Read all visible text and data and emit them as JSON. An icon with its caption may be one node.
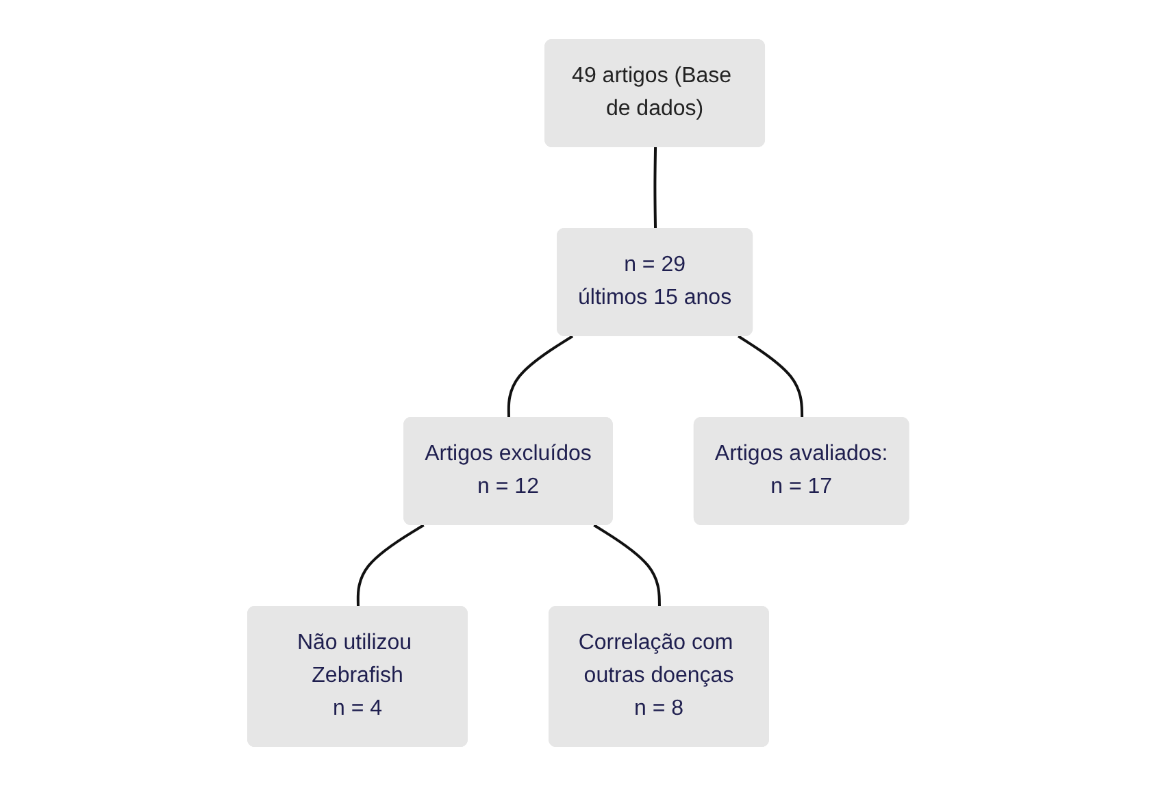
{
  "diagram": {
    "nodes": [
      {
        "text": [
          "49 artigos (Base de dados)"
        ]
      },
      {
        "text": [
          "n = 29",
          "últimos 15 anos"
        ]
      },
      {
        "text": [
          "Artigos excluídos",
          "n = 12"
        ]
      },
      {
        "text": [
          "Artigos avaliados:",
          "n = 17"
        ]
      },
      {
        "text": [
          "Não utilizou Zebrafish",
          "n = 4"
        ]
      },
      {
        "text": [
          "Correlação com outras doenças",
          "n = 8"
        ]
      }
    ],
    "edges": [
      {
        "from": 0,
        "to": 1,
        "arrow": "none"
      },
      {
        "from": 1,
        "to": 2,
        "arrow": "none"
      },
      {
        "from": 1,
        "to": 3,
        "arrow": "none"
      },
      {
        "from": 2,
        "to": 4,
        "arrow": "none"
      },
      {
        "from": 2,
        "to": 5,
        "arrow": "none"
      }
    ]
  }
}
